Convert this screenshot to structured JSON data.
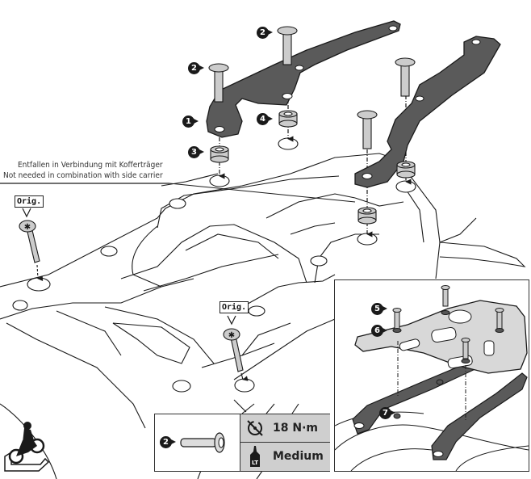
{
  "diagram": {
    "title": "Top carrier mounting instructions",
    "notes": {
      "german": "Entfallen in Verbindung mit Kofferträger",
      "english": "Not needed in combination with  side carrier"
    },
    "callouts": [
      {
        "number": "1",
        "part": "bracket-left"
      },
      {
        "number": "2",
        "part": "bolt"
      },
      {
        "number": "2",
        "part": "bolt"
      },
      {
        "number": "3",
        "part": "spacer"
      },
      {
        "number": "4",
        "part": "spacer"
      },
      {
        "number": "5",
        "part": "bolt"
      },
      {
        "number": "6",
        "part": "washer"
      },
      {
        "number": "7",
        "part": "nut"
      }
    ],
    "orig_tags": [
      "Orig.",
      "Orig."
    ],
    "spec": {
      "part_number": "2",
      "torque": "18 N·m",
      "torque_icon": "torque-wrench-icon",
      "threadlock": "Medium",
      "threadlock_icon": "loctite-bottle-icon",
      "threadlock_label": "LT"
    },
    "corner_icon": "motorcycle-mounting-icon",
    "colors": {
      "line": "#1a1a1a",
      "bracket_fill": "#5a5a5a",
      "spacer_fill": "#cccccc",
      "spec_panel": "#cfcfcf"
    }
  }
}
